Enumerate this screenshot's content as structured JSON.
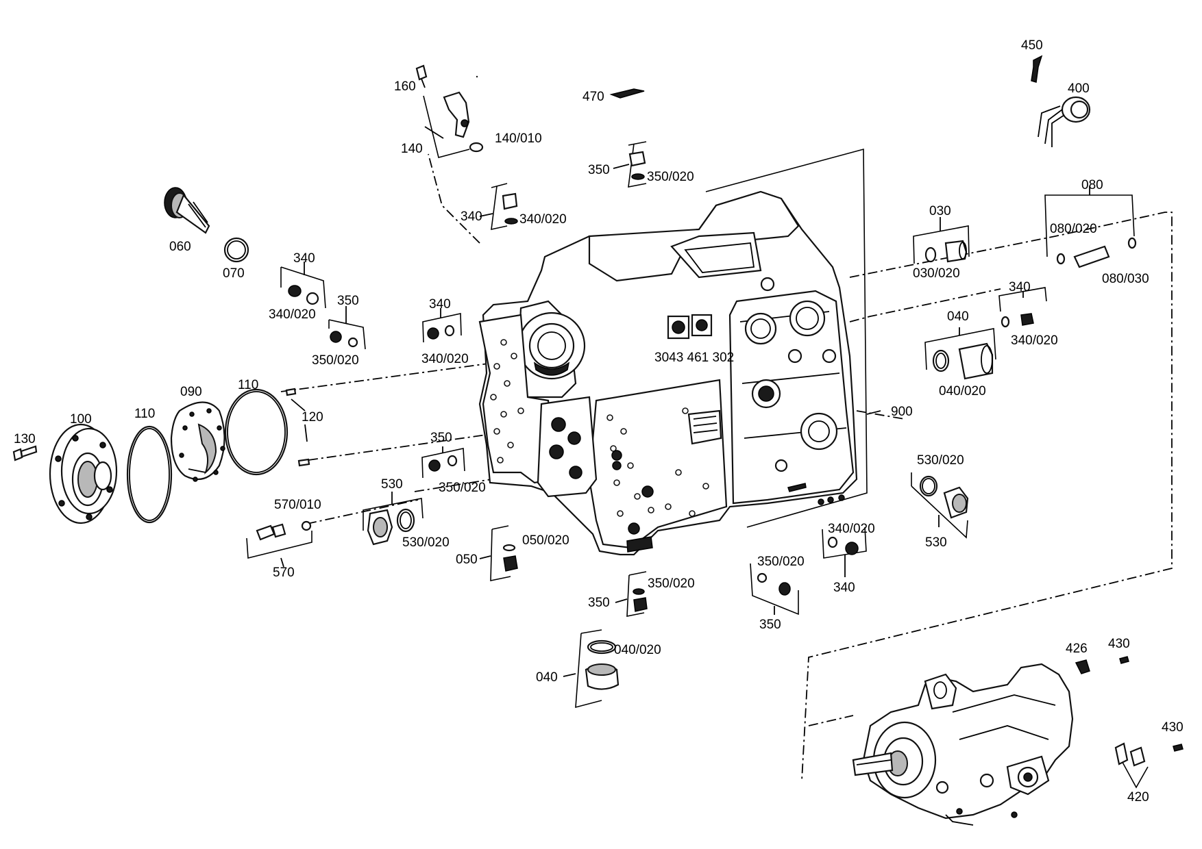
{
  "callouts": [
    {
      "id": "l160",
      "text": "160"
    },
    {
      "id": "l140",
      "text": "140"
    },
    {
      "id": "l140_010",
      "text": "140/010"
    },
    {
      "id": "l470",
      "text": "470"
    },
    {
      "id": "l450",
      "text": "450"
    },
    {
      "id": "l400",
      "text": "400"
    },
    {
      "id": "l350_a",
      "text": "350"
    },
    {
      "id": "l350_020_a",
      "text": "350/020"
    },
    {
      "id": "l080",
      "text": "080"
    },
    {
      "id": "l080_020",
      "text": "080/020"
    },
    {
      "id": "l080_030",
      "text": "080/030"
    },
    {
      "id": "l030",
      "text": "030"
    },
    {
      "id": "l030_020",
      "text": "030/020"
    },
    {
      "id": "l340_a",
      "text": "340"
    },
    {
      "id": "l340_020_a",
      "text": "340/020"
    },
    {
      "id": "l060",
      "text": "060"
    },
    {
      "id": "l070",
      "text": "070"
    },
    {
      "id": "l340_b",
      "text": "340"
    },
    {
      "id": "l340_020_b",
      "text": "340/020"
    },
    {
      "id": "l350_b",
      "text": "350"
    },
    {
      "id": "l350_020_b",
      "text": "350/020"
    },
    {
      "id": "l340_c",
      "text": "340"
    },
    {
      "id": "l340_020_c",
      "text": "340/020"
    },
    {
      "id": "l340_d",
      "text": "340"
    },
    {
      "id": "l340_020_d",
      "text": "340/020"
    },
    {
      "id": "l040_a",
      "text": "040"
    },
    {
      "id": "l040_020_a",
      "text": "040/020"
    },
    {
      "id": "l100",
      "text": "100"
    },
    {
      "id": "l110_a",
      "text": "110"
    },
    {
      "id": "l090",
      "text": "090"
    },
    {
      "id": "l110_b",
      "text": "110"
    },
    {
      "id": "l120",
      "text": "120"
    },
    {
      "id": "l130",
      "text": "130"
    },
    {
      "id": "l900",
      "text": "900"
    },
    {
      "id": "l350_c",
      "text": "350"
    },
    {
      "id": "l350_020_c",
      "text": "350/020"
    },
    {
      "id": "l530_020_a",
      "text": "530/020"
    },
    {
      "id": "l530_a",
      "text": "530"
    },
    {
      "id": "l530_b",
      "text": "530"
    },
    {
      "id": "l530_020_b",
      "text": "530/020"
    },
    {
      "id": "l570_010",
      "text": "570/010"
    },
    {
      "id": "l570",
      "text": "570"
    },
    {
      "id": "l050",
      "text": "050"
    },
    {
      "id": "l050_020",
      "text": "050/020"
    },
    {
      "id": "l340_e",
      "text": "340"
    },
    {
      "id": "l340_020_e",
      "text": "340/020"
    },
    {
      "id": "l350_d",
      "text": "350"
    },
    {
      "id": "l350_020_d",
      "text": "350/020"
    },
    {
      "id": "l350_e",
      "text": "350"
    },
    {
      "id": "l350_020_e",
      "text": "350/020"
    },
    {
      "id": "l040_b",
      "text": "040"
    },
    {
      "id": "l040_020_b",
      "text": "040/020"
    },
    {
      "id": "l426",
      "text": "426"
    },
    {
      "id": "l430_a",
      "text": "430"
    },
    {
      "id": "l430_b",
      "text": "430"
    },
    {
      "id": "l420",
      "text": "420"
    }
  ]
}
